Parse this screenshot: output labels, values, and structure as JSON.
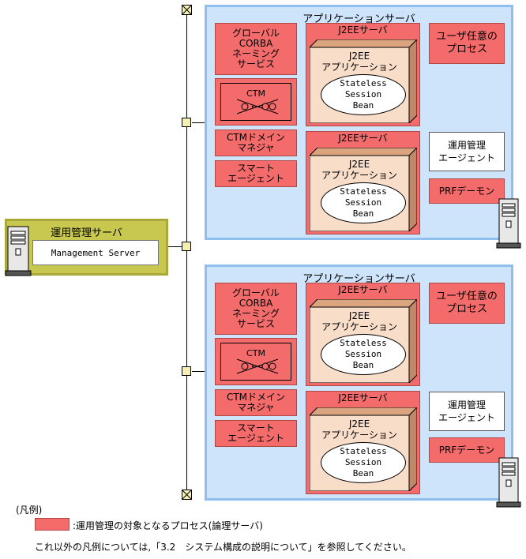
{
  "management_server": {
    "title": "運用管理サーバ",
    "inner": "Management Server"
  },
  "app_servers": [
    {
      "title": "アプリケーションサーバ",
      "naming_service": "グローバル\nCORBA\nネーミング\nサービス",
      "ctm": "CTM",
      "ctm_domain_manager": "CTMドメイン\nマネジャ",
      "smart_agent": "スマート\nエージェント",
      "j2ee_servers": [
        {
          "title": "J2EEサーバ",
          "app": "J2EE\nアプリケーション",
          "bean": "Stateless\nSession\nBean"
        },
        {
          "title": "J2EEサーバ",
          "app": "J2EE\nアプリケーション",
          "bean": "Stateless\nSession\nBean"
        }
      ],
      "user_process": "ユーザ任意の\nプロセス",
      "management_agent": "運用管理\nエージェント",
      "prf_daemon": "PRFデーモン"
    },
    {
      "title": "アプリケーションサーバ",
      "naming_service": "グローバル\nCORBA\nネーミング\nサービス",
      "ctm": "CTM",
      "ctm_domain_manager": "CTMドメイン\nマネジャ",
      "smart_agent": "スマート\nエージェント",
      "j2ee_servers": [
        {
          "title": "J2EEサーバ",
          "app": "J2EE\nアプリケーション",
          "bean": "Stateless\nSession\nBean"
        },
        {
          "title": "J2EEサーバ",
          "app": "J2EE\nアプリケーション",
          "bean": "Stateless\nSession\nBean"
        }
      ],
      "user_process": "ユーザ任意の\nプロセス",
      "management_agent": "運用管理\nエージェント",
      "prf_daemon": "PRFデーモン"
    }
  ],
  "legend": {
    "heading": "(凡例)",
    "item": ":運用管理の対象となるプロセス(論理サーバ)",
    "note": "これ以外の凡例については,「3.2　システム構成の説明について」を参照してください。"
  },
  "colors": {
    "managed_process": "#f46b6b",
    "app_server_bg": "#cde4fb",
    "mgmt_server_border": "#a9a93a"
  }
}
